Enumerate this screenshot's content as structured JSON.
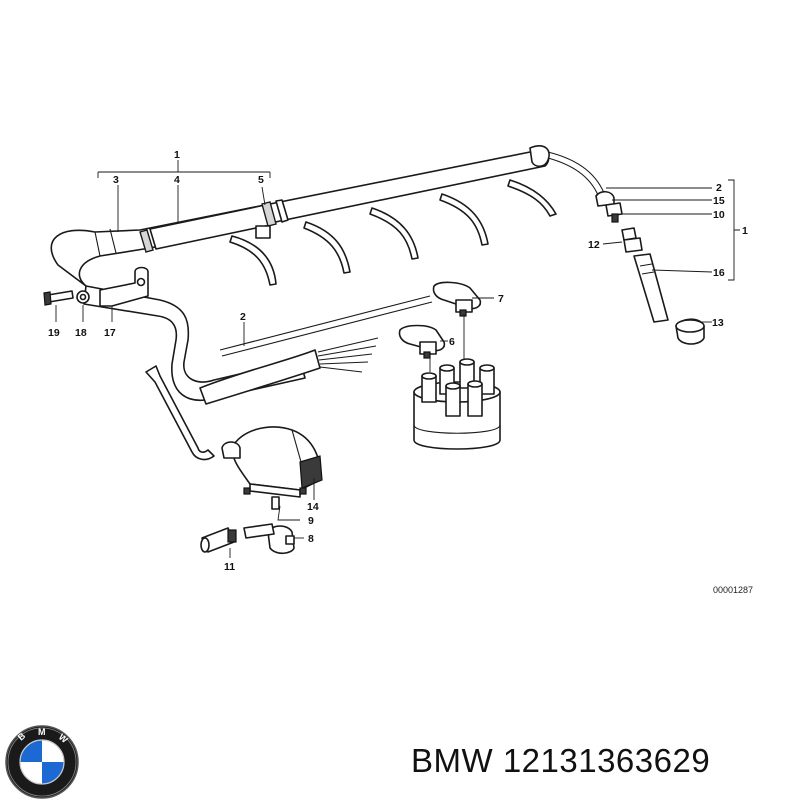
{
  "diagram": {
    "reference_code": "00001287",
    "callouts": {
      "c1_top": "1",
      "c3": "3",
      "c4": "4",
      "c5": "5",
      "c2_right": "2",
      "c15": "15",
      "c10": "10",
      "c1_right": "1",
      "c12": "12",
      "c16": "16",
      "c13": "13",
      "c19": "19",
      "c18": "18",
      "c17": "17",
      "c2_mid": "2",
      "c7": "7",
      "c6": "6",
      "c14": "14",
      "c9": "9",
      "c8": "8",
      "c11": "11"
    }
  },
  "caption": {
    "part_label": "BMW 12131363629"
  },
  "logo": {
    "brand_letters": "BMW",
    "colors": {
      "blue": "#1c69d4",
      "white": "#ffffff",
      "black": "#111111"
    }
  }
}
